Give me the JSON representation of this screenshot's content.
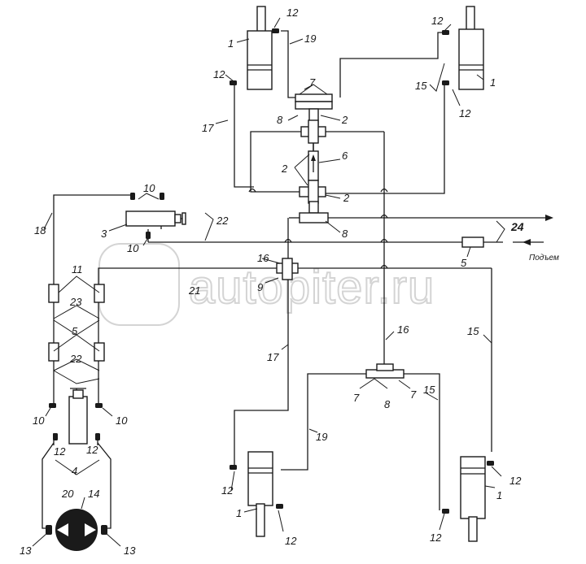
{
  "watermark": {
    "text": "autopiter.ru"
  },
  "labels": {
    "c1_tl": "1",
    "c1_tr": "1",
    "c1_bl": "1",
    "c1_br": "1",
    "c12_tl_top": "12",
    "c12_tl_bot": "12",
    "c12_tr_top": "12",
    "c12_tr_bot": "12",
    "c12_bl_left": "12",
    "c12_bl_right": "12",
    "c12_br_top": "12",
    "c12_br_bot": "12",
    "c12_pump_l": "12",
    "c12_pump_r": "12",
    "c19_top": "19",
    "c19_bot": "19",
    "c7_top": "7",
    "c7_bot_l": "7",
    "c7_bot_r": "7",
    "c8_top": "8",
    "c8_mid": "8",
    "c8_bot": "8",
    "c2_a": "2",
    "c2_b": "2",
    "c2_c": "2",
    "c6": "6",
    "c15_tr": "15",
    "c15_mid": "15",
    "c15_br": "15",
    "c17_top": "17",
    "c17_bot": "17",
    "c10_a": "10",
    "c10_b": "10",
    "c10_c": "10",
    "c10_d": "10",
    "c3": "3",
    "c22_top": "22",
    "c22_bot": "22",
    "c24": "24",
    "c5_valve": "5",
    "c5_filter": "5",
    "podem": "Подъем",
    "c16_a": "16",
    "c16_b": "16",
    "c9": "9",
    "c21": "21",
    "c18": "18",
    "c11": "11",
    "c23": "23",
    "c4": "4",
    "c20": "20",
    "c14": "14",
    "c13_l": "13",
    "c13_r": "13"
  }
}
